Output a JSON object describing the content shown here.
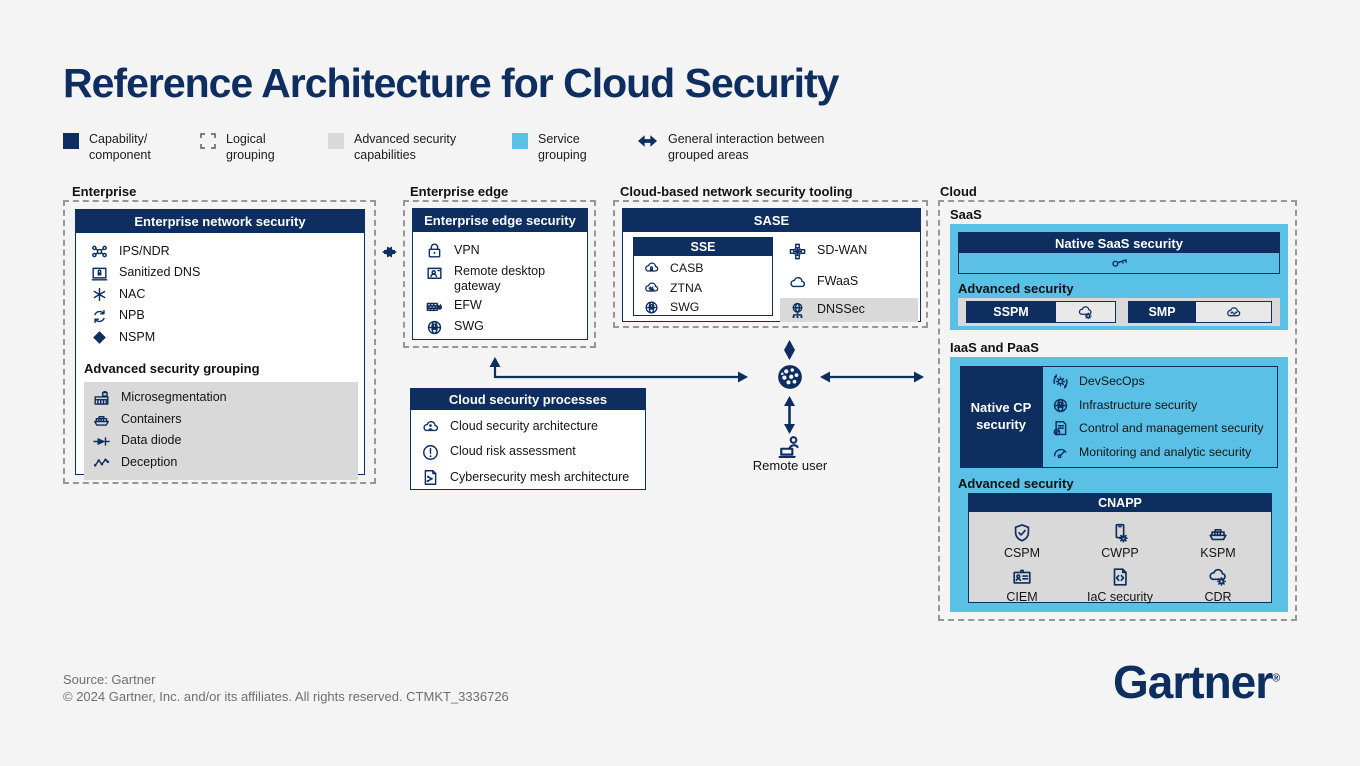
{
  "title": "Reference Architecture for Cloud Security",
  "legend": {
    "items": [
      {
        "swatch": "navy",
        "label": "Capability/ component"
      },
      {
        "swatch": "dashed",
        "label": "Logical grouping"
      },
      {
        "swatch": "gray",
        "label": "Advanced security capabilities"
      },
      {
        "swatch": "blue",
        "label": "Service grouping"
      },
      {
        "swatch": "arrow",
        "label": "General interaction between grouped areas"
      }
    ]
  },
  "enterprise": {
    "label": "Enterprise",
    "box_title": "Enterprise network security",
    "items": [
      {
        "icon": "hub",
        "label": "IPS/NDR"
      },
      {
        "icon": "monitor-lock",
        "label": "Sanitized DNS"
      },
      {
        "icon": "asterisk",
        "label": "NAC"
      },
      {
        "icon": "cycle",
        "label": "NPB"
      },
      {
        "icon": "diamond",
        "label": "NSPM"
      }
    ],
    "advanced_label": "Advanced security grouping",
    "advanced_items": [
      {
        "icon": "building",
        "label": "Microsegmentation"
      },
      {
        "icon": "ship",
        "label": "Containers"
      },
      {
        "icon": "diode",
        "label": "Data diode"
      },
      {
        "icon": "zigzag",
        "label": "Deception"
      }
    ]
  },
  "enterprise_edge": {
    "label": "Enterprise edge",
    "box_title": "Enterprise edge security",
    "items": [
      {
        "icon": "lock",
        "label": "VPN"
      },
      {
        "icon": "monitor-user",
        "label": "Remote desktop gateway"
      },
      {
        "icon": "wall",
        "label": "EFW"
      },
      {
        "icon": "globe-lock",
        "label": "SWG"
      }
    ]
  },
  "cloud_tooling": {
    "label": "Cloud-based network security tooling",
    "box_title": "SASE",
    "sse": {
      "title": "SSE",
      "items": [
        {
          "icon": "cloud-lock",
          "label": "CASB"
        },
        {
          "icon": "cloud-arrows",
          "label": "ZTNA"
        },
        {
          "icon": "globe-lock",
          "label": "SWG"
        }
      ]
    },
    "items": [
      {
        "icon": "sdwan",
        "label": "SD-WAN"
      },
      {
        "icon": "cloud",
        "label": "FWaaS"
      },
      {
        "icon": "globe-nodes",
        "label": "DNSSec"
      }
    ]
  },
  "processes": {
    "box_title": "Cloud security processes",
    "items": [
      {
        "icon": "cloud-person",
        "label": "Cloud security architecture"
      },
      {
        "icon": "alert",
        "label": "Cloud risk assessment"
      },
      {
        "icon": "doc-mesh",
        "label": "Cybersecurity mesh architecture"
      }
    ]
  },
  "hub": {
    "globe_icon": "net-globe",
    "remote_user_icon": "person-laptop",
    "remote_user_label": "Remote user"
  },
  "cloud": {
    "label": "Cloud",
    "saas": {
      "label": "SaaS",
      "box_title": "Native SaaS security",
      "icon": "key",
      "advanced_label": "Advanced security",
      "pills": [
        {
          "label": "SSPM",
          "icon": "cloud-gear"
        },
        {
          "label": "SMP",
          "icon": "cloud-wave"
        }
      ]
    },
    "iaas": {
      "label": "IaaS and PaaS",
      "native_label": "Native CP security",
      "items": [
        {
          "icon": "gear-cycle",
          "label": "DevSecOps"
        },
        {
          "icon": "globe-lock",
          "label": "Infrastructure security"
        },
        {
          "icon": "doc-check",
          "label": "Control and management security"
        },
        {
          "icon": "gauge",
          "label": "Monitoring and analytic security"
        }
      ],
      "advanced_label": "Advanced security",
      "cnapp": {
        "title": "CNAPP",
        "items": [
          {
            "icon": "shield-check",
            "label": "CSPM"
          },
          {
            "icon": "phone-gear",
            "label": "CWPP"
          },
          {
            "icon": "ship",
            "label": "KSPM"
          },
          {
            "icon": "card",
            "label": "CIEM"
          },
          {
            "icon": "doc-code",
            "label": "IaC security"
          },
          {
            "icon": "cloud-gear",
            "label": "CDR"
          }
        ]
      }
    }
  },
  "footer": {
    "source": "Source: Gartner",
    "copyright": "© 2024 Gartner, Inc. and/or its affiliates. All rights reserved. CTMKT_3336726",
    "logo": "Gartner",
    "logo_mark": "®"
  },
  "colors": {
    "navy": "#0d2e5e",
    "light_blue": "#5ac0e6",
    "gray": "#d9d9d9",
    "background": "#f4f4f4"
  }
}
